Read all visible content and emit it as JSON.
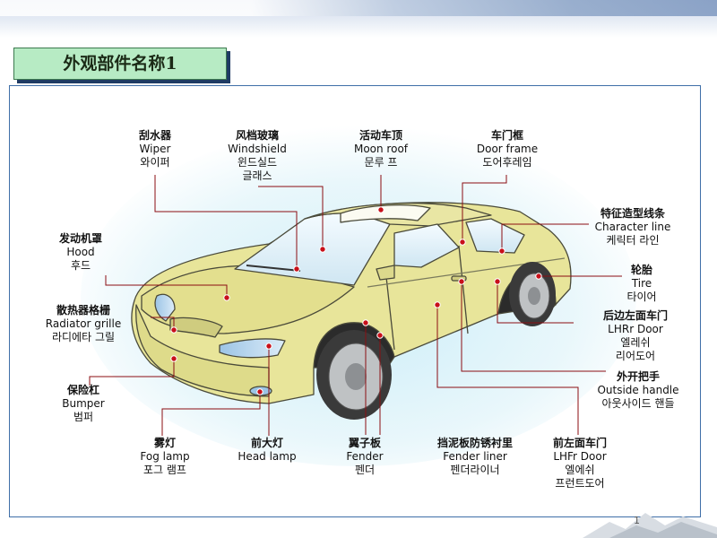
{
  "slide": {
    "title": "外观部件名称1",
    "page_number": "1"
  },
  "colors": {
    "title_bg": "#b7ebc4",
    "frame_border": "#3f6fa8",
    "car_body": "#e8e59a",
    "pointer": "#c8101a"
  },
  "labels": {
    "wiper": {
      "cn": "刮水器",
      "en": "Wiper",
      "ko": "와이퍼"
    },
    "windshield": {
      "cn": "风档玻璃",
      "en": "Windshield",
      "ko": "윈드실드",
      "ko2": "글래스"
    },
    "moon_roof": {
      "cn": "活动车顶",
      "en": "Moon roof",
      "ko": "문루 프"
    },
    "door_frame": {
      "cn": "车门框",
      "en": "Door frame",
      "ko": "도어후레임"
    },
    "character_line": {
      "cn": "特征造型线条",
      "en": "Character line",
      "ko": "케릭터 라인"
    },
    "hood": {
      "cn": "发动机罩",
      "en": "Hood",
      "ko": "후드"
    },
    "tire": {
      "cn": "轮胎",
      "en": "Tire",
      "ko": "타이어"
    },
    "radiator_grille": {
      "cn": "散热器格栅",
      "en": "Radiator grille",
      "ko": "라디에타 그릴"
    },
    "lhrr_door": {
      "cn": "后边左面车门",
      "en": "LHRr Door",
      "ko": "엘레쉬",
      "ko2": "리어도어"
    },
    "outside_handle": {
      "cn": "外开把手",
      "en": "Outside handle",
      "ko": "아웃사이드 핸들"
    },
    "bumper": {
      "cn": "保险杠",
      "en": "Bumper",
      "ko": "범퍼"
    },
    "fog_lamp": {
      "cn": "雾灯",
      "en": "Fog lamp",
      "ko": "포그 램프"
    },
    "head_lamp": {
      "cn": "前大灯",
      "en": "Head lamp"
    },
    "fender": {
      "cn": "翼子板",
      "en": "Fender",
      "ko": "펜더"
    },
    "fender_liner": {
      "cn": "挡泥板防锈衬里",
      "en": "Fender liner",
      "ko": "펜더라이너"
    },
    "lhfr_door": {
      "cn": "前左面车门",
      "en": "LHFr Door",
      "ko": "엘에쉬",
      "ko2": "프런트도어"
    }
  }
}
